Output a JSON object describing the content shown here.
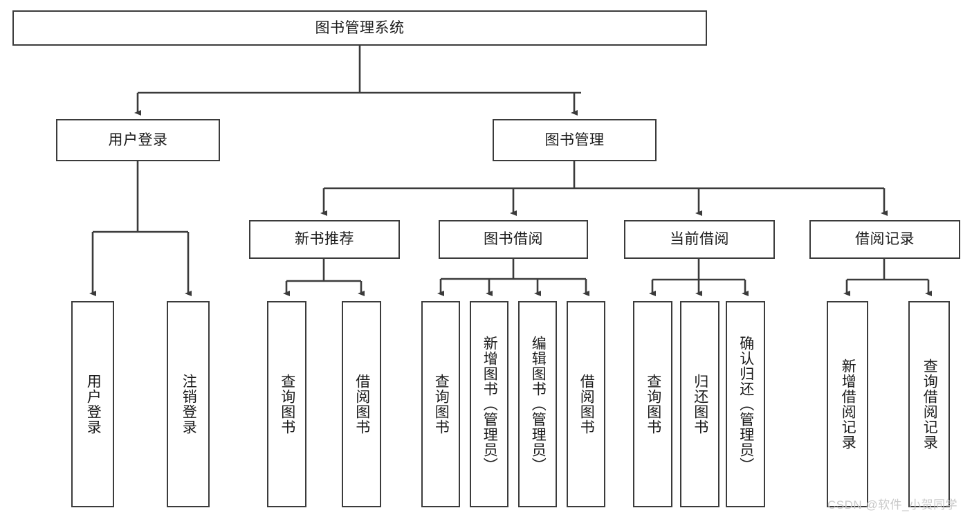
{
  "diagram": {
    "type": "tree",
    "title": "图书管理系统",
    "orientation": "top-down",
    "colors": {
      "border": "#3b3b3b",
      "background": "#ffffff",
      "text": "#1a1a1a",
      "edge": "#3b3b3b",
      "watermark": "#c9c9c9"
    },
    "nodes": {
      "root": {
        "label": "图书管理系统",
        "level": 0
      },
      "l1_1": {
        "label": "用户登录",
        "level": 1
      },
      "l1_2": {
        "label": "图书管理",
        "level": 1
      },
      "l2_1": {
        "label": "新书推荐",
        "level": 2
      },
      "l2_2": {
        "label": "图书借阅",
        "level": 2
      },
      "l2_3": {
        "label": "当前借阅",
        "level": 2
      },
      "l2_4": {
        "label": "借阅记录",
        "level": 2
      },
      "leaf_1": {
        "label": "用户登录",
        "level": 2,
        "parent": "用户登录"
      },
      "leaf_2": {
        "label": "注销登录",
        "level": 2,
        "parent": "用户登录"
      },
      "leaf_3": {
        "label": "查询图书",
        "level": 3,
        "parent": "新书推荐"
      },
      "leaf_4": {
        "label": "借阅图书",
        "level": 3,
        "parent": "新书推荐"
      },
      "leaf_5": {
        "label": "查询图书",
        "level": 3,
        "parent": "图书借阅"
      },
      "leaf_6": {
        "label": "新增图书（管理员）",
        "level": 3,
        "parent": "图书借阅"
      },
      "leaf_7": {
        "label": "编辑图书（管理员）",
        "level": 3,
        "parent": "图书借阅"
      },
      "leaf_8": {
        "label": "借阅图书",
        "level": 3,
        "parent": "图书借阅"
      },
      "leaf_9": {
        "label": "查询图书",
        "level": 3,
        "parent": "当前借阅"
      },
      "leaf_10": {
        "label": "归还图书",
        "level": 3,
        "parent": "当前借阅"
      },
      "leaf_11": {
        "label": "确认归还（管理员）",
        "level": 3,
        "parent": "当前借阅"
      },
      "leaf_12": {
        "label": "新增借阅记录",
        "level": 3,
        "parent": "借阅记录"
      },
      "leaf_13": {
        "label": "查询借阅记录",
        "level": 3,
        "parent": "借阅记录"
      }
    }
  },
  "watermark": {
    "text": "CSDN @软件_小贺同学"
  }
}
